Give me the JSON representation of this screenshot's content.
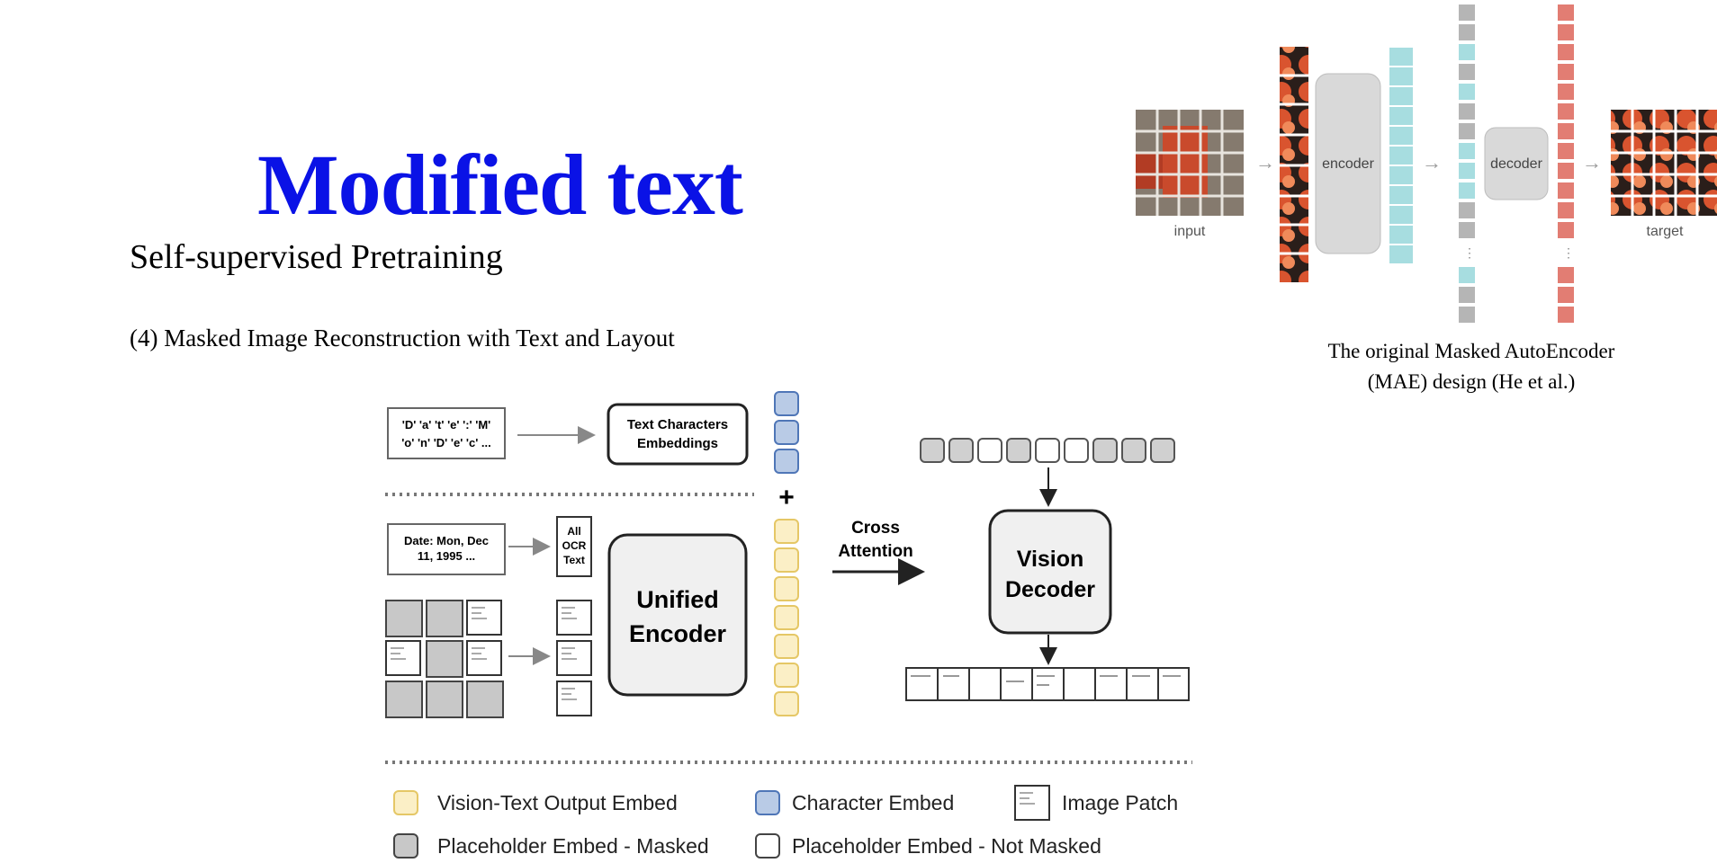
{
  "slide": {
    "title": "Modified text",
    "subtitle": "Self-supervised Pretraining",
    "section_heading": "(4) Masked Image Reconstruction with Text and Layout"
  },
  "mae_figure": {
    "input_label": "input",
    "encoder_label": "encoder",
    "decoder_label": "decoder",
    "target_label": "target",
    "caption_line1": "The original Masked AutoEncoder",
    "caption_line2": "(MAE) design (He et al.)"
  },
  "udop_diagram": {
    "char_tokens_line1": "'D' 'a' 't' 'e' ':' 'M'",
    "char_tokens_line2": "'o' 'n' 'D' 'e' 'c' ...",
    "char_embed_box_line1": "Text Characters",
    "char_embed_box_line2": "Embeddings",
    "date_box_line1": "Date: Mon, Dec",
    "date_box_line2": "11, 1995 ...",
    "ocr_box_line1": "All",
    "ocr_box_line2": "OCR",
    "ocr_box_line3": "Text",
    "encoder_line1": "Unified",
    "encoder_line2": "Encoder",
    "plus_sign": "+",
    "cross_attention_line1": "Cross",
    "cross_attention_line2": "Attention",
    "decoder_line1": "Vision",
    "decoder_line2": "Decoder"
  },
  "legend": {
    "vision_text": "Vision-Text Output Embed",
    "character": "Character Embed",
    "image_patch": "Image Patch",
    "placeholder_masked": "Placeholder Embed - Masked",
    "placeholder_not_masked": "Placeholder Embed - Not Masked"
  },
  "colors": {
    "title": "#0a12e6",
    "char_embed": "#b9cbe6",
    "char_embed_border": "#4f76b7",
    "vision_text_embed": "#fbefc6",
    "vision_text_border": "#e5c766",
    "masked_fill": "#c8c8c8",
    "mae_cyan": "#a7dde0",
    "mae_red": "#e27d73"
  }
}
